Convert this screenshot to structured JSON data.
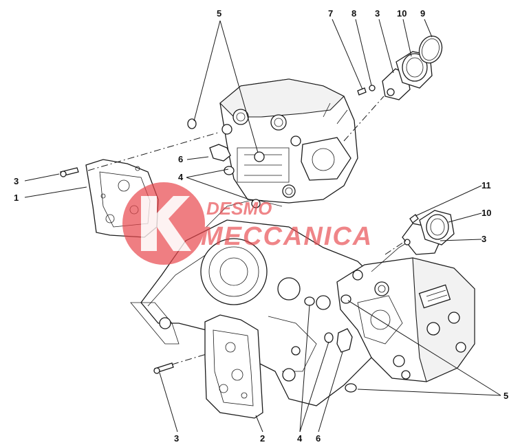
{
  "callouts": [
    {
      "id": "c5-top",
      "text": "5"
    },
    {
      "id": "c7",
      "text": "7"
    },
    {
      "id": "c8",
      "text": "8"
    },
    {
      "id": "c3-top",
      "text": "3"
    },
    {
      "id": "c10-top",
      "text": "10"
    },
    {
      "id": "c9",
      "text": "9"
    },
    {
      "id": "c6-left",
      "text": "6"
    },
    {
      "id": "c3-left",
      "text": "3"
    },
    {
      "id": "c4-left",
      "text": "4"
    },
    {
      "id": "c1",
      "text": "1"
    },
    {
      "id": "c11",
      "text": "11"
    },
    {
      "id": "c10-right",
      "text": "10"
    },
    {
      "id": "c3-right",
      "text": "3"
    },
    {
      "id": "c5-right",
      "text": "5"
    },
    {
      "id": "c3-bottom",
      "text": "3"
    },
    {
      "id": "c2",
      "text": "2"
    },
    {
      "id": "c4-bottom",
      "text": "4"
    },
    {
      "id": "c6-bottom",
      "text": "6"
    }
  ],
  "watermark": {
    "line1": "DESMO",
    "line2": "MECCANICA",
    "color": "#e8474b"
  },
  "colors": {
    "linework": "#1a1a1a",
    "background": "#ffffff"
  }
}
